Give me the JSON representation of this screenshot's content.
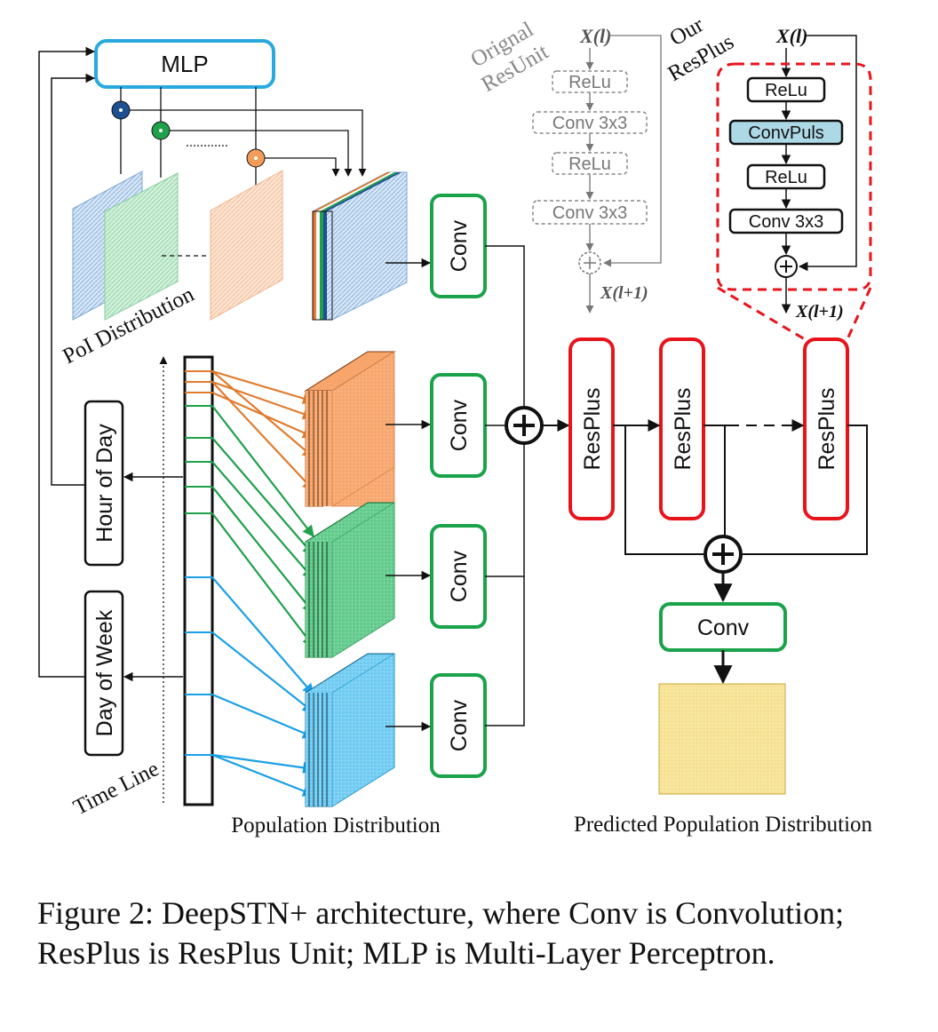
{
  "mlp": {
    "label": "MLP"
  },
  "poi": {
    "label": "PoI Distribution"
  },
  "time": {
    "label": "Time Line",
    "hour_of_day": "Hour of Day",
    "day_of_week": "Day of Week"
  },
  "population": {
    "label": "Population Distribution"
  },
  "conv_label": "Conv",
  "resplus_label": "ResPlus",
  "predicted": {
    "label": "Predicted Population Distribution"
  },
  "original_resunit": {
    "title_line1": "Orignal",
    "title_line2": "ResUnit",
    "input": "X(l)",
    "output": "X(l+1)",
    "layers": [
      "ReLu",
      "Conv 3x3",
      "ReLu",
      "Conv 3x3"
    ]
  },
  "our_resplus": {
    "title_line1": "Our",
    "title_line2": "ResPlus",
    "input": "X(l)",
    "output": "X(l+1)",
    "layers": [
      "ReLu",
      "ConvPuls",
      "ReLu",
      "Conv 3x3"
    ]
  },
  "colors": {
    "mlp_border": "#29a9e0",
    "conv_border": "#1aa34a",
    "resplus_border": "#e8141c",
    "dashed_zoom": "#e8141c",
    "orange": "#e07b2e",
    "green": "#1fa04a",
    "blue": "#1aa0e6",
    "navy": "#1d4f91",
    "convplus_fill": "#add8e6",
    "predicted_fill": "#f8e7a3"
  },
  "caption": "Figure 2: DeepSTN+ architecture, where Conv is Convolution; ResPlus is ResPlus Unit; MLP is Multi-Layer Perceptron."
}
